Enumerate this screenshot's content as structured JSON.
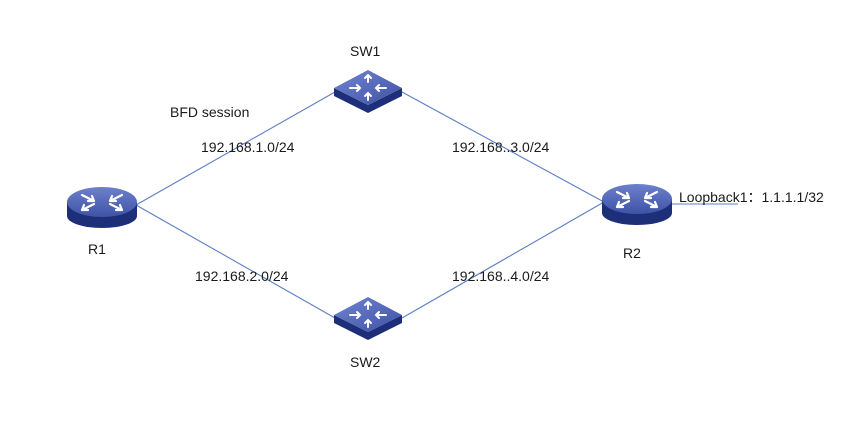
{
  "nodes": {
    "r1": {
      "label": "R1",
      "icon": "router-icon"
    },
    "r2": {
      "label": "R2",
      "icon": "router-icon"
    },
    "sw1": {
      "label": "SW1",
      "icon": "switch-icon"
    },
    "sw2": {
      "label": "SW2",
      "icon": "switch-icon"
    }
  },
  "links": {
    "r1_sw1": "192.168.1.0/24",
    "sw1_r2": "192.168..3.0/24",
    "r1_sw2": "192.168.2.0/24",
    "sw2_r2": "192.168..4.0/24"
  },
  "annotations": {
    "bfd_session": "BFD session",
    "loopback": "Loopback1：1.1.1.1/32"
  },
  "colors": {
    "link": "#5b7fc4",
    "device_top": "#4f63b3",
    "device_side": "#1e2f7a",
    "device_arrows": "#ffffff"
  }
}
